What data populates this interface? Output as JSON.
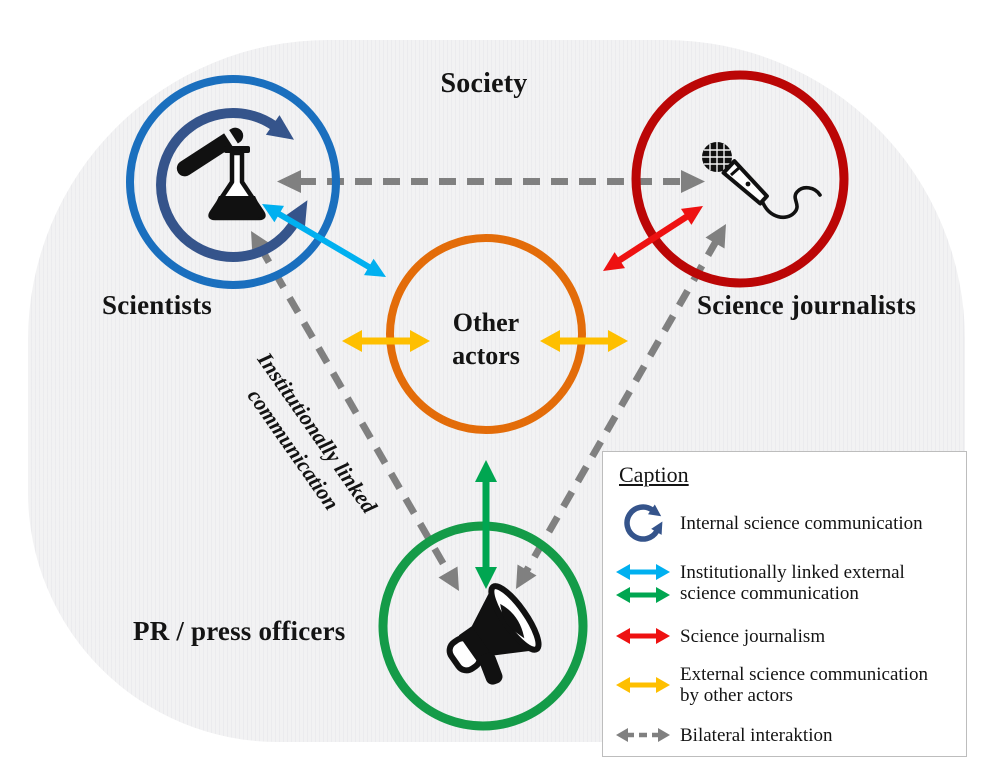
{
  "society_label": "Society",
  "nodes": {
    "scientists": "Scientists",
    "science_journalists": "Science journalists",
    "other_actors_line1": "Other",
    "other_actors_line2": "actors",
    "pr_press_officers": "PR / press officers"
  },
  "diagonal_label_line1": "Institutionally linked",
  "diagonal_label_line2": "communication",
  "caption": {
    "heading": "Caption",
    "items": [
      {
        "icon": "internal-circular-arrow-icon",
        "text": "Internal science communication"
      },
      {
        "icon": "blue-and-green-double-arrow-icon",
        "line1": "Institutionally linked external",
        "line2": "science communication"
      },
      {
        "icon": "red-double-arrow-icon",
        "text": "Science journalism"
      },
      {
        "icon": "yellow-double-arrow-icon",
        "line1": "External science communication",
        "line2": "by other actors"
      },
      {
        "icon": "gray-dashed-double-arrow-icon",
        "text": "Bilateral interaktion"
      }
    ]
  },
  "colors": {
    "bg": "#f2f2f3",
    "text": "#141414",
    "circle_blue": "#1a6fbe",
    "internal_arrow": "#35548b",
    "circle_red": "#bb0606",
    "circle_orange": "#e36c09",
    "circle_green": "#149b48",
    "arrow_lightblue": "#00b0f0",
    "arrow_green": "#00a651",
    "arrow_red": "#ee1111",
    "arrow_yellow": "#febf00",
    "arrow_gray": "#808080"
  }
}
